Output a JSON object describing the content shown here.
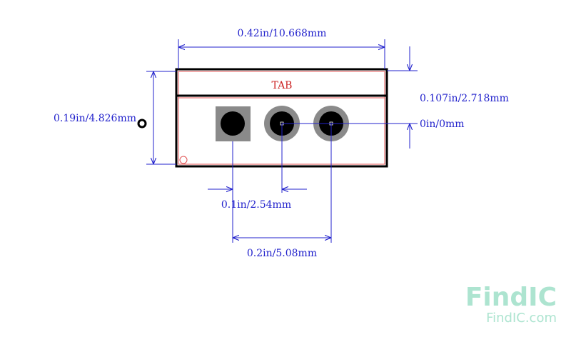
{
  "dimensions": {
    "width_label": "0.42in/10.668mm",
    "height_label": "0.19in/4.826mm",
    "tab_offset_label": "0.107in/2.718mm",
    "vertical_offset_label": "0in/0mm",
    "pitch_label": "0.1in/2.54mm",
    "span_label": "0.2in/5.08mm"
  },
  "package": {
    "tab_label": "TAB",
    "pad_count": 3,
    "pin1_shape": "square"
  },
  "watermark": {
    "logo": "FindIC",
    "url": "FindIC.com"
  },
  "colors": {
    "dimension": "#2222cc",
    "outline": "#000000",
    "silk": "#e05050",
    "tab_text": "#cc2222",
    "pad": "#8a8a8a",
    "drill": "#000000",
    "watermark": "#9fe0c8"
  }
}
